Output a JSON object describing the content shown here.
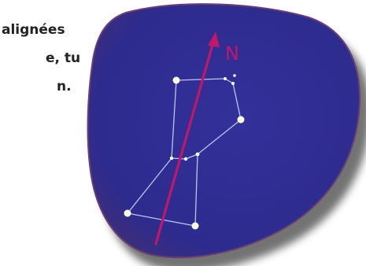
{
  "caption": {
    "lines": [
      "alignées",
      "e, tu",
      "n."
    ]
  },
  "compass": {
    "north_label": "N"
  },
  "constellation": {
    "name_shown": ""
  },
  "colors": {
    "sky": "#2f2a8f",
    "sky_edge": "#5a3d6e",
    "shadow": "#3a3a3a",
    "arrow": "#c0176a",
    "star_line": "#c9d6ff",
    "star": "#fffbe0"
  },
  "icons": [
    "sky-disc",
    "north-arrow-icon",
    "star-icon"
  ]
}
